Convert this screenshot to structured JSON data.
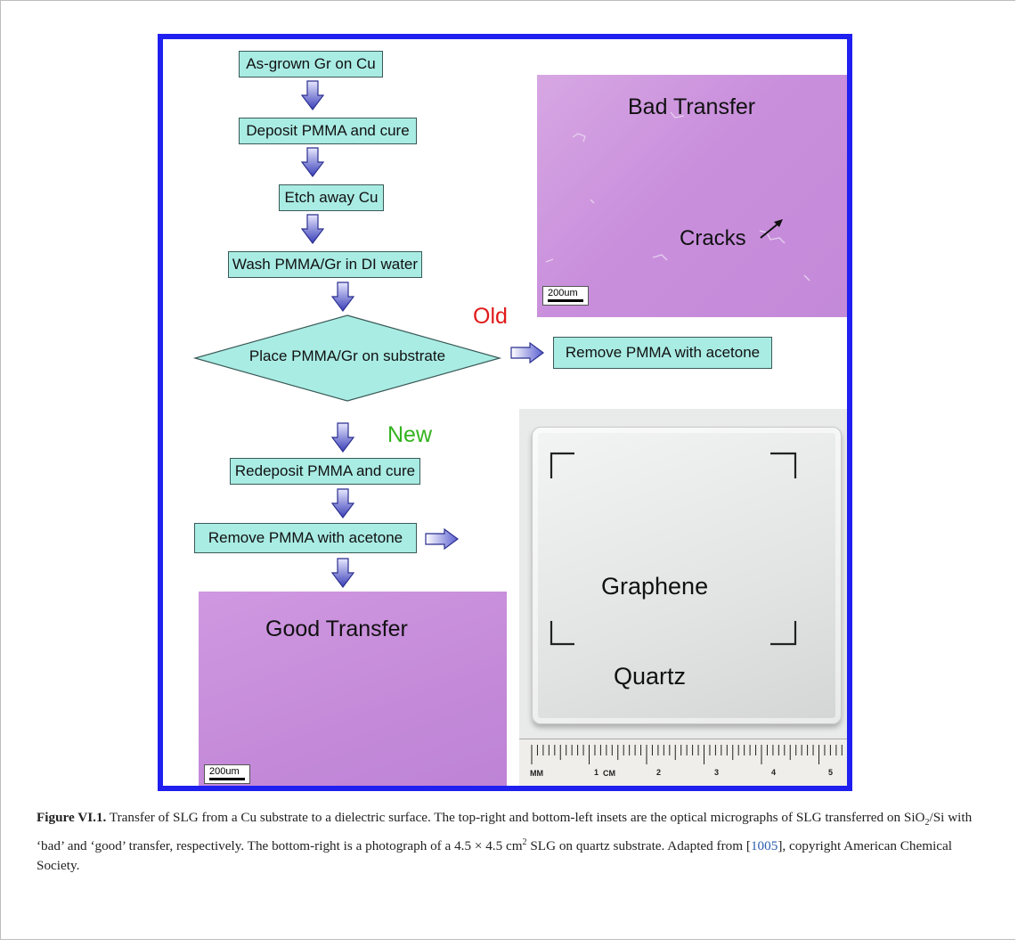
{
  "flow": {
    "step1": "As-grown Gr on Cu",
    "step2": "Deposit PMMA and cure",
    "step3": "Etch away Cu",
    "step4": "Wash PMMA/Gr in DI water",
    "decision": "Place PMMA/Gr on substrate",
    "old_step": "Remove PMMA with acetone",
    "new_step1": "Redeposit PMMA and cure",
    "new_step2": "Remove PMMA with acetone",
    "old_label": "Old",
    "new_label": "New"
  },
  "bad_inset": {
    "title": "Bad Transfer",
    "annotation": "Cracks",
    "scale": "200um"
  },
  "good_inset": {
    "title": "Good Transfer",
    "scale": "200um"
  },
  "photo": {
    "graphene_label": "Graphene",
    "quartz_label": "Quartz",
    "ruler_labels": [
      "MM",
      "1",
      "CM",
      "2",
      "3",
      "4",
      "5"
    ]
  },
  "caption": {
    "figure_label": "Figure VI.1.",
    "text_1": "Transfer of SLG from a Cu substrate to a dielectric surface. The top-right and bottom-left insets are the optical micrographs of SLG transferred on SiO",
    "sub_2": "2",
    "text_2": "/Si with ‘bad’ and ‘good’ transfer, respectively. The bottom-right is a photograph of a 4.5 × 4.5 cm",
    "sup_2": "2",
    "text_3": " SLG on quartz substrate. Adapted from [",
    "ref": "1005",
    "text_4": "], copyright American Chemical Society."
  },
  "colors": {
    "frame_blue": "#1f1ff0",
    "box_fill": "#a9ece4",
    "micrograph_purple": "#c98fdc",
    "old_red": "#e01a1a",
    "new_green": "#33b31f",
    "arrow_blue": "#4b4fc4"
  }
}
